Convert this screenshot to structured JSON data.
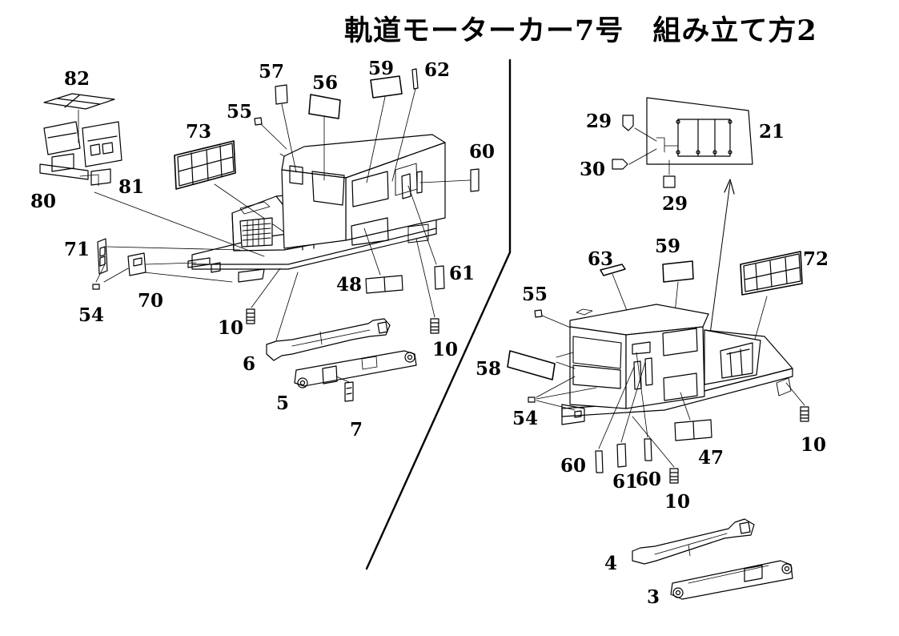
{
  "title": "軌道モーターカー7号　組み立て方2",
  "colors": {
    "line": "#000000",
    "paper": "#ffffff",
    "shade": "#e8e8e8"
  },
  "left_diagram": {
    "labels": {
      "p82": "82",
      "p57": "57",
      "p56": "56",
      "p59": "59",
      "p62": "62",
      "p55": "55",
      "p73": "73",
      "p60": "60",
      "p80": "80",
      "p81": "81",
      "p71": "71",
      "p54": "54",
      "p70": "70",
      "p48": "48",
      "p61": "61",
      "p10a": "10",
      "p10b": "10",
      "p6": "6",
      "p5": "5",
      "p7": "7"
    }
  },
  "right_diagram": {
    "labels": {
      "p29a": "29",
      "p21": "21",
      "p30": "30",
      "p29b": "29",
      "p63": "63",
      "p59": "59",
      "p72": "72",
      "p55": "55",
      "p58": "58",
      "p54": "54",
      "p47": "47",
      "p10a": "10",
      "p60a": "60",
      "p61": "61",
      "p60b": "60",
      "p10b": "10",
      "p4": "4",
      "p3": "3"
    }
  }
}
